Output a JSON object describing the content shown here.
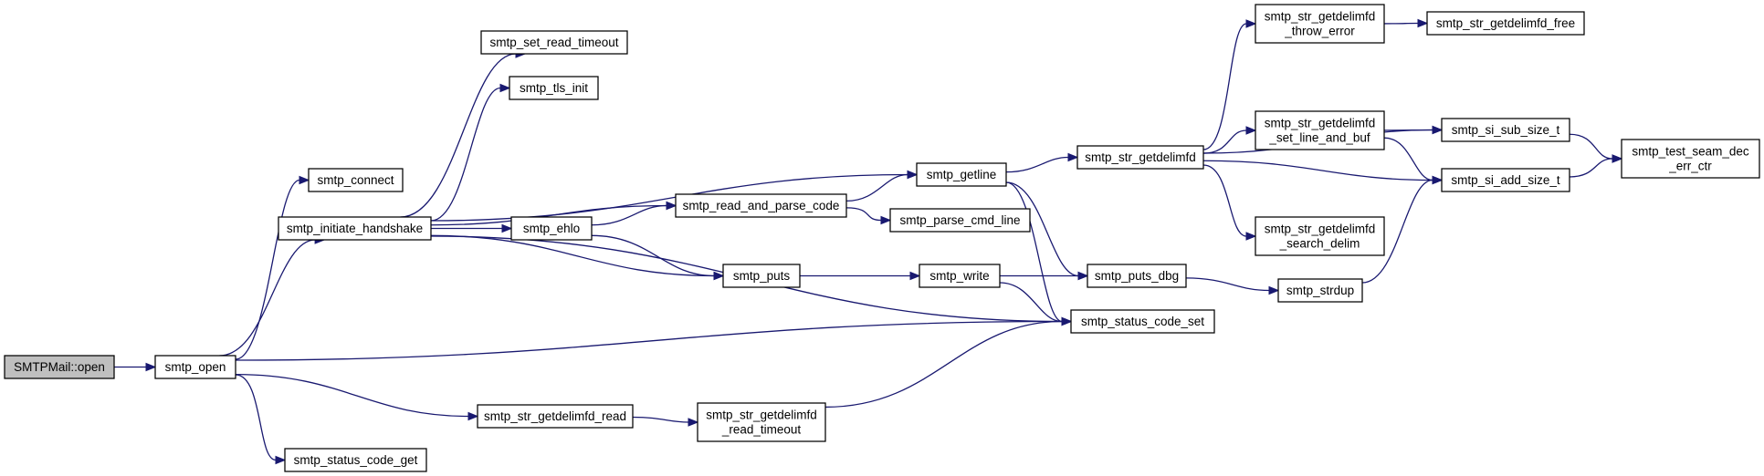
{
  "diagram": {
    "type": "call-graph",
    "colors": {
      "edge": "#191970",
      "node_border": "#000000",
      "node_fill": "#ffffff",
      "root_fill": "#bfbfbf"
    },
    "nodes": [
      {
        "id": "root",
        "lines": [
          "SMTPMail::open"
        ],
        "root": true
      },
      {
        "id": "open",
        "lines": [
          "smtp_open"
        ]
      },
      {
        "id": "connect",
        "lines": [
          "smtp_connect"
        ]
      },
      {
        "id": "handshake",
        "lines": [
          "smtp_initiate_handshake"
        ]
      },
      {
        "id": "status_get",
        "lines": [
          "smtp_status_code_get"
        ]
      },
      {
        "id": "read_timeout_set",
        "lines": [
          "smtp_set_read_timeout"
        ]
      },
      {
        "id": "tls_init",
        "lines": [
          "smtp_tls_init"
        ]
      },
      {
        "id": "ehlo",
        "lines": [
          "smtp_ehlo"
        ]
      },
      {
        "id": "gd_read",
        "lines": [
          "smtp_str_getdelimfd_read"
        ]
      },
      {
        "id": "read_parse",
        "lines": [
          "smtp_read_and_parse_code"
        ]
      },
      {
        "id": "puts",
        "lines": [
          "smtp_puts"
        ]
      },
      {
        "id": "gd_read_timeout",
        "lines": [
          "smtp_str_getdelimfd",
          "_read_timeout"
        ]
      },
      {
        "id": "getline",
        "lines": [
          "smtp_getline"
        ]
      },
      {
        "id": "parse_cmd",
        "lines": [
          "smtp_parse_cmd_line"
        ]
      },
      {
        "id": "write",
        "lines": [
          "smtp_write"
        ]
      },
      {
        "id": "gd",
        "lines": [
          "smtp_str_getdelimfd"
        ]
      },
      {
        "id": "puts_dbg",
        "lines": [
          "smtp_puts_dbg"
        ]
      },
      {
        "id": "status_set",
        "lines": [
          "smtp_status_code_set"
        ]
      },
      {
        "id": "gd_throw",
        "lines": [
          "smtp_str_getdelimfd",
          "_throw_error"
        ]
      },
      {
        "id": "gd_set_line",
        "lines": [
          "smtp_str_getdelimfd",
          "_set_line_and_buf"
        ]
      },
      {
        "id": "gd_search",
        "lines": [
          "smtp_str_getdelimfd",
          "_search_delim"
        ]
      },
      {
        "id": "strdup",
        "lines": [
          "smtp_strdup"
        ]
      },
      {
        "id": "gd_free",
        "lines": [
          "smtp_str_getdelimfd_free"
        ]
      },
      {
        "id": "si_sub",
        "lines": [
          "smtp_si_sub_size_t"
        ]
      },
      {
        "id": "si_add",
        "lines": [
          "smtp_si_add_size_t"
        ]
      },
      {
        "id": "seam",
        "lines": [
          "smtp_test_seam_dec",
          "_err_ctr"
        ]
      }
    ],
    "edges": [
      [
        "root",
        "open"
      ],
      [
        "open",
        "connect"
      ],
      [
        "open",
        "handshake"
      ],
      [
        "open",
        "status_set"
      ],
      [
        "open",
        "gd_read"
      ],
      [
        "open",
        "status_get"
      ],
      [
        "handshake",
        "read_timeout_set"
      ],
      [
        "handshake",
        "tls_init"
      ],
      [
        "handshake",
        "getline"
      ],
      [
        "handshake",
        "read_parse"
      ],
      [
        "handshake",
        "ehlo"
      ],
      [
        "handshake",
        "puts"
      ],
      [
        "handshake",
        "status_set"
      ],
      [
        "ehlo",
        "read_parse"
      ],
      [
        "ehlo",
        "puts"
      ],
      [
        "read_parse",
        "getline"
      ],
      [
        "read_parse",
        "parse_cmd"
      ],
      [
        "puts",
        "write"
      ],
      [
        "gd_read",
        "gd_read_timeout"
      ],
      [
        "gd_read_timeout",
        "status_set"
      ],
      [
        "getline",
        "gd"
      ],
      [
        "getline",
        "puts_dbg"
      ],
      [
        "getline",
        "status_set"
      ],
      [
        "write",
        "puts_dbg"
      ],
      [
        "write",
        "status_set"
      ],
      [
        "puts_dbg",
        "strdup"
      ],
      [
        "gd",
        "gd_throw"
      ],
      [
        "gd",
        "si_sub"
      ],
      [
        "gd",
        "gd_set_line"
      ],
      [
        "gd",
        "si_add"
      ],
      [
        "gd",
        "gd_search"
      ],
      [
        "gd_throw",
        "gd_free"
      ],
      [
        "gd_set_line",
        "si_sub"
      ],
      [
        "gd_set_line",
        "si_add"
      ],
      [
        "strdup",
        "si_add"
      ],
      [
        "si_sub",
        "seam"
      ],
      [
        "si_add",
        "seam"
      ]
    ]
  }
}
